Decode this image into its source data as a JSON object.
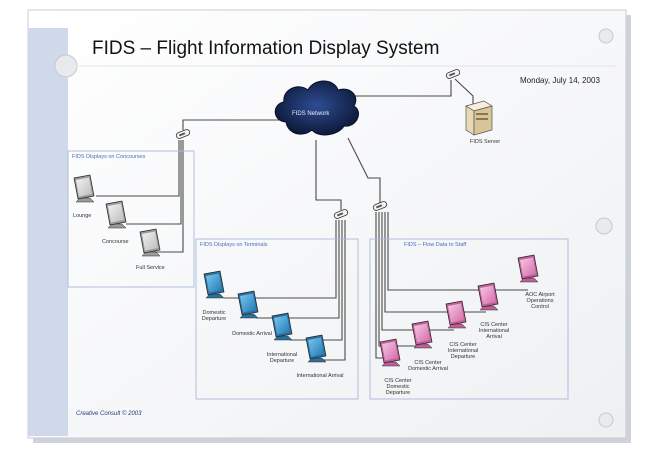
{
  "title": "FIDS – Flight Information Display System",
  "date": "Monday, July 14, 2003",
  "network_label": "FIDS Network",
  "server_label": "FIDS Server",
  "groups": {
    "concourse": "FIDS Displays on Concourses",
    "terminals": "FIDS Displays on Terminals",
    "staff": "FIDS – Flow Data to Staff"
  },
  "concourse_displays": [
    "Lounge",
    "Concourse",
    "Full Service"
  ],
  "terminal_displays": [
    "Domestic Departure",
    "Domestic Arrival",
    "International Departure",
    "International Arrival"
  ],
  "staff_displays": [
    "CIS Center Domestic Departure",
    "CIS Center Domestic Arrival",
    "CIS Center International Departure",
    "CIS Center International Arrival",
    "AOC Airport Operations Control"
  ],
  "footer": "Creative Consult © 2003",
  "colors": {
    "cloud": "#12224a",
    "gray_monitor": "#d9d9d9",
    "blue_monitor": "#3fa0d8",
    "pink_monitor": "#e79ac9",
    "side_bar": "#cfd9ea"
  }
}
